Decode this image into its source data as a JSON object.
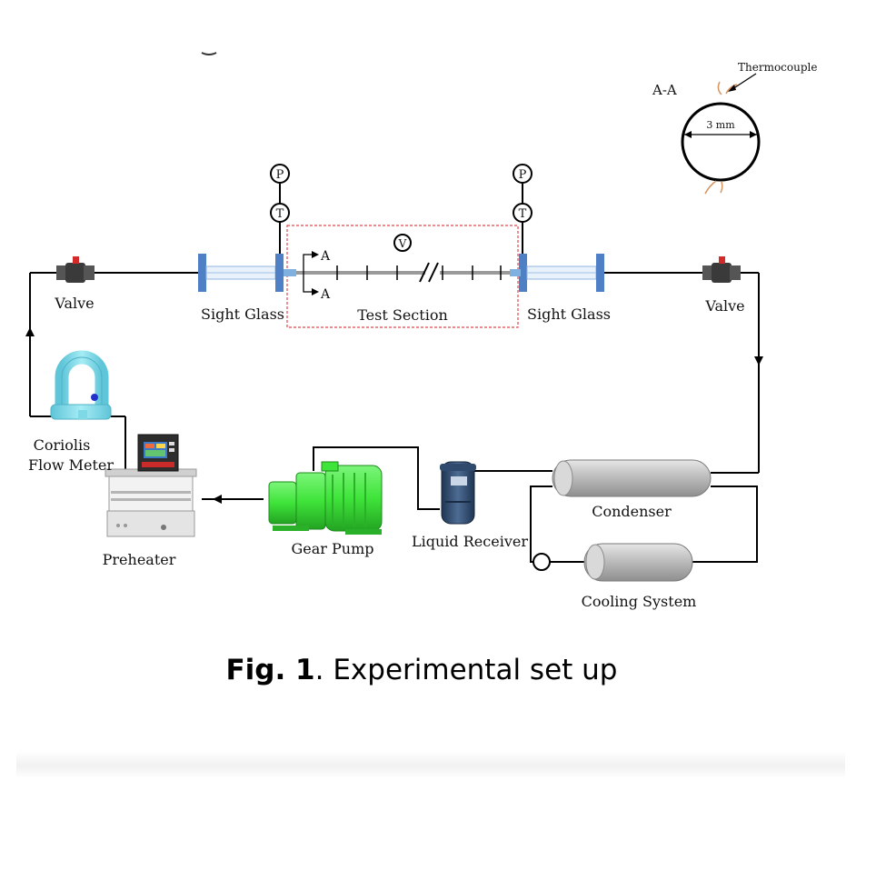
{
  "labels": {
    "valve_left": "Valve",
    "valve_right": "Valve",
    "sight_glass_left": "Sight Glass",
    "sight_glass_right": "Sight Glass",
    "test_section": "Test Section",
    "coriolis_line1": "Coriolis",
    "coriolis_line2": "Flow Meter",
    "preheater": "Preheater",
    "gear_pump": "Gear Pump",
    "liquid_receiver": "Liquid Receiver",
    "condenser": "Condenser",
    "cooling_system": "Cooling System",
    "thermocouple": "Thermocouple",
    "section_aa": "A-A",
    "diameter": "3 mm",
    "section_marker": "A",
    "pressure_symbol": "P",
    "temperature_symbol": "T",
    "voltage_symbol": "V"
  },
  "caption": {
    "bold": "Fig. 1",
    "text": ". Experimental set up"
  },
  "colors": {
    "pipe": "#000000",
    "sight_glass": "#4f7fc4",
    "test_section_border": "#e0484c",
    "pump": "#3fe43a",
    "flow_meter": "#7fd8e6",
    "receiver": "#2f4a6c",
    "condenser": "#bfbfbf"
  }
}
